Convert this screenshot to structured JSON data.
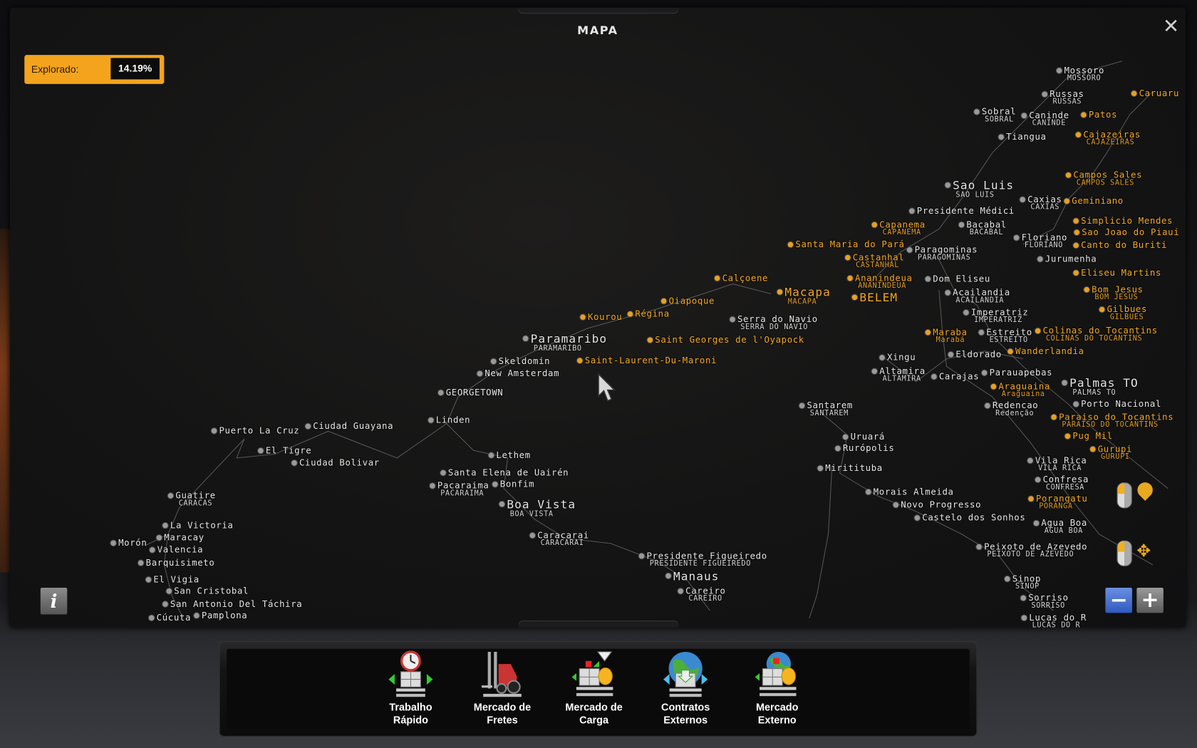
{
  "window": {
    "title": "MAPA",
    "close_icon": "close-icon"
  },
  "explored": {
    "label": "Explorado:",
    "value": "14.19%",
    "accent": "#f4a31c"
  },
  "map": {
    "cities": [
      {
        "name": "Paramaribo",
        "sub": "PARAMARIBO",
        "kind": "white",
        "major": true
      },
      {
        "name": "Skeldomin",
        "kind": "white"
      },
      {
        "name": "New Amsterdam",
        "kind": "white"
      },
      {
        "name": "GEORGETOWN",
        "kind": "white"
      },
      {
        "name": "Linden",
        "kind": "white"
      },
      {
        "name": "Lethem",
        "kind": "white"
      },
      {
        "name": "Santa Elena de Uairén",
        "kind": "white"
      },
      {
        "name": "Bonfim",
        "kind": "white"
      },
      {
        "name": "Pacaraima",
        "sub": "PACARAIMA",
        "kind": "white"
      },
      {
        "name": "Boa Vista",
        "sub": "BOA VISTA",
        "kind": "white",
        "major": true
      },
      {
        "name": "Caracarai",
        "sub": "CARACARAI",
        "kind": "white"
      },
      {
        "name": "Presidente Figueiredo",
        "sub": "PRESIDENTE FIGUEIREDO",
        "kind": "white"
      },
      {
        "name": "Manaus",
        "kind": "white",
        "major": true
      },
      {
        "name": "Careiro",
        "sub": "CAREIRO",
        "kind": "white"
      },
      {
        "name": "Ciudad Guayana",
        "kind": "white"
      },
      {
        "name": "Puerto La Cruz",
        "kind": "white"
      },
      {
        "name": "El Tigre",
        "kind": "white"
      },
      {
        "name": "Ciudad Bolivar",
        "kind": "white"
      },
      {
        "name": "Guatire",
        "sub": "CARACAS",
        "kind": "white"
      },
      {
        "name": "La Victoria",
        "kind": "white"
      },
      {
        "name": "Maracay",
        "kind": "white"
      },
      {
        "name": "Valencia",
        "kind": "white"
      },
      {
        "name": "Morón",
        "kind": "white"
      },
      {
        "name": "Barquisimeto",
        "kind": "white"
      },
      {
        "name": "El Vigia",
        "kind": "white"
      },
      {
        "name": "San Cristobal",
        "kind": "white"
      },
      {
        "name": "San Antonio Del Táchira",
        "kind": "white"
      },
      {
        "name": "Cúcuta",
        "kind": "white"
      },
      {
        "name": "Pamplona",
        "kind": "white"
      },
      {
        "name": "Serra do Navio",
        "sub": "SERRA DO NAVIO",
        "kind": "white"
      },
      {
        "name": "Santarem",
        "sub": "SANTAREM",
        "kind": "white"
      },
      {
        "name": "Uruará",
        "kind": "white"
      },
      {
        "name": "Rurópolis",
        "kind": "white"
      },
      {
        "name": "Miritituba",
        "kind": "white"
      },
      {
        "name": "Morais Almeida",
        "kind": "white"
      },
      {
        "name": "Novo Progresso",
        "kind": "white"
      },
      {
        "name": "Castelo dos Sonhos",
        "kind": "white"
      },
      {
        "name": "Xingu",
        "kind": "white"
      },
      {
        "name": "Altamira",
        "sub": "ALTAMIRA",
        "kind": "white"
      },
      {
        "name": "Eldorado",
        "kind": "white"
      },
      {
        "name": "Carajas",
        "kind": "white"
      },
      {
        "name": "Parauapebas",
        "kind": "white"
      },
      {
        "name": "Redencao",
        "sub": "Redenção",
        "kind": "white"
      },
      {
        "name": "Vila Rica",
        "sub": "VILA RICA",
        "kind": "white"
      },
      {
        "name": "Confresa",
        "sub": "CONFRESA",
        "kind": "white"
      },
      {
        "name": "Agua Boa",
        "sub": "AGUA BOA",
        "kind": "white"
      },
      {
        "name": "Peixoto de Azevedo",
        "sub": "PEIXOTO DE AZEVEDO",
        "kind": "white"
      },
      {
        "name": "Sinop",
        "sub": "SINOP",
        "kind": "white"
      },
      {
        "name": "Sorriso",
        "sub": "SORRISO",
        "kind": "white"
      },
      {
        "name": "Lucas do R",
        "sub": "LUCAS DO R",
        "kind": "white"
      },
      {
        "name": "Sao Luis",
        "sub": "SAO LUIS",
        "kind": "white",
        "major": true
      },
      {
        "name": "Floriano",
        "sub": "FLORIANO",
        "kind": "white"
      },
      {
        "name": "Jurumenha",
        "kind": "white"
      },
      {
        "name": "Paragominas",
        "sub": "PARAGOMINAS",
        "kind": "white"
      },
      {
        "name": "Dom Eliseu",
        "kind": "white"
      },
      {
        "name": "Acailandia",
        "sub": "ACAILANDIA",
        "kind": "white"
      },
      {
        "name": "Imperatriz",
        "sub": "IMPERATRIZ",
        "kind": "white"
      },
      {
        "name": "Estreito",
        "sub": "ESTREITO",
        "kind": "white"
      },
      {
        "name": "Palmas TO",
        "sub": "PALMAS TO",
        "kind": "white",
        "major": true
      },
      {
        "name": "Porto Nacional",
        "kind": "white"
      },
      {
        "name": "Mossoro",
        "sub": "MOSSORO",
        "kind": "white"
      },
      {
        "name": "Russas",
        "sub": "RUSSAS",
        "kind": "white"
      },
      {
        "name": "Caninde",
        "sub": "CANINDE",
        "kind": "white"
      },
      {
        "name": "Sobral",
        "sub": "SOBRAL",
        "kind": "white"
      },
      {
        "name": "Tiangua",
        "kind": "white"
      },
      {
        "name": "Caxias",
        "sub": "CAXIAS",
        "kind": "white"
      },
      {
        "name": "Presidente Médici",
        "kind": "white"
      },
      {
        "name": "Bacabal",
        "sub": "BACABAL",
        "kind": "white"
      },
      {
        "name": "Calçoene",
        "kind": "orange"
      },
      {
        "name": "Macapa",
        "sub": "MACAPA",
        "kind": "orange",
        "major": true
      },
      {
        "name": "Oiapoque",
        "kind": "orange"
      },
      {
        "name": "Saint Georges de l'Oyapock",
        "kind": "orange"
      },
      {
        "name": "Régina",
        "kind": "orange"
      },
      {
        "name": "Kourou",
        "kind": "orange"
      },
      {
        "name": "Saint-Laurent-Du-Maroni",
        "kind": "orange"
      },
      {
        "name": "Capanema",
        "sub": "CAPANEMA",
        "kind": "orange"
      },
      {
        "name": "Santa Maria do Pará",
        "kind": "orange"
      },
      {
        "name": "Castanhal",
        "sub": "CASTANHAL",
        "kind": "orange"
      },
      {
        "name": "Ananindeua",
        "sub": "ANANINDEUA",
        "kind": "orange"
      },
      {
        "name": "BELEM",
        "kind": "orange",
        "major": true
      },
      {
        "name": "Maraba",
        "sub": "Marabá",
        "kind": "orange"
      },
      {
        "name": "Wanderlandia",
        "kind": "orange"
      },
      {
        "name": "Araguaina",
        "sub": "Araguaina",
        "kind": "orange"
      },
      {
        "name": "Colinas do Tocantins",
        "sub": "COLINAS DO TOCANTINS",
        "kind": "orange"
      },
      {
        "name": "Paraiso do Tocantins",
        "sub": "PARAISO DO TOCANTINS",
        "kind": "orange"
      },
      {
        "name": "Pug Mil",
        "kind": "orange"
      },
      {
        "name": "Gurupi",
        "sub": "GURUPI",
        "kind": "orange"
      },
      {
        "name": "Porangatu",
        "sub": "PORANGA",
        "kind": "orange"
      },
      {
        "name": "Gilbues",
        "sub": "GILBUES",
        "kind": "orange"
      },
      {
        "name": "Bom Jesus",
        "sub": "BOM JESUS",
        "kind": "orange"
      },
      {
        "name": "Eliseu Martins",
        "kind": "orange"
      },
      {
        "name": "Canto do Buriti",
        "kind": "orange"
      },
      {
        "name": "Simplicio Mendes",
        "kind": "orange"
      },
      {
        "name": "Sao Joao do Piaui",
        "kind": "orange"
      },
      {
        "name": "Geminiano",
        "kind": "orange"
      },
      {
        "name": "Campos Sales",
        "sub": "CAMPOS SALES",
        "kind": "orange"
      },
      {
        "name": "Cajazeiras",
        "sub": "CAJAZEIRAS",
        "kind": "orange"
      },
      {
        "name": "Patos",
        "kind": "orange"
      },
      {
        "name": "Caruaru",
        "kind": "orange"
      }
    ],
    "controls": {
      "info": "i",
      "zoom_out": "−",
      "zoom_in": "+"
    }
  },
  "toolbar": {
    "items": [
      {
        "line1": "Trabalho",
        "line2": "Rápido",
        "icon": "quick-job-icon"
      },
      {
        "line1": "Mercado de",
        "line2": "Fretes",
        "icon": "forklift-icon"
      },
      {
        "line1": "Mercado de",
        "line2": "Carga",
        "icon": "cargo-market-icon"
      },
      {
        "line1": "Contratos",
        "line2": "Externos",
        "icon": "globe-contracts-icon"
      },
      {
        "line1": "Mercado",
        "line2": "Externo",
        "icon": "globe-market-icon"
      }
    ]
  }
}
